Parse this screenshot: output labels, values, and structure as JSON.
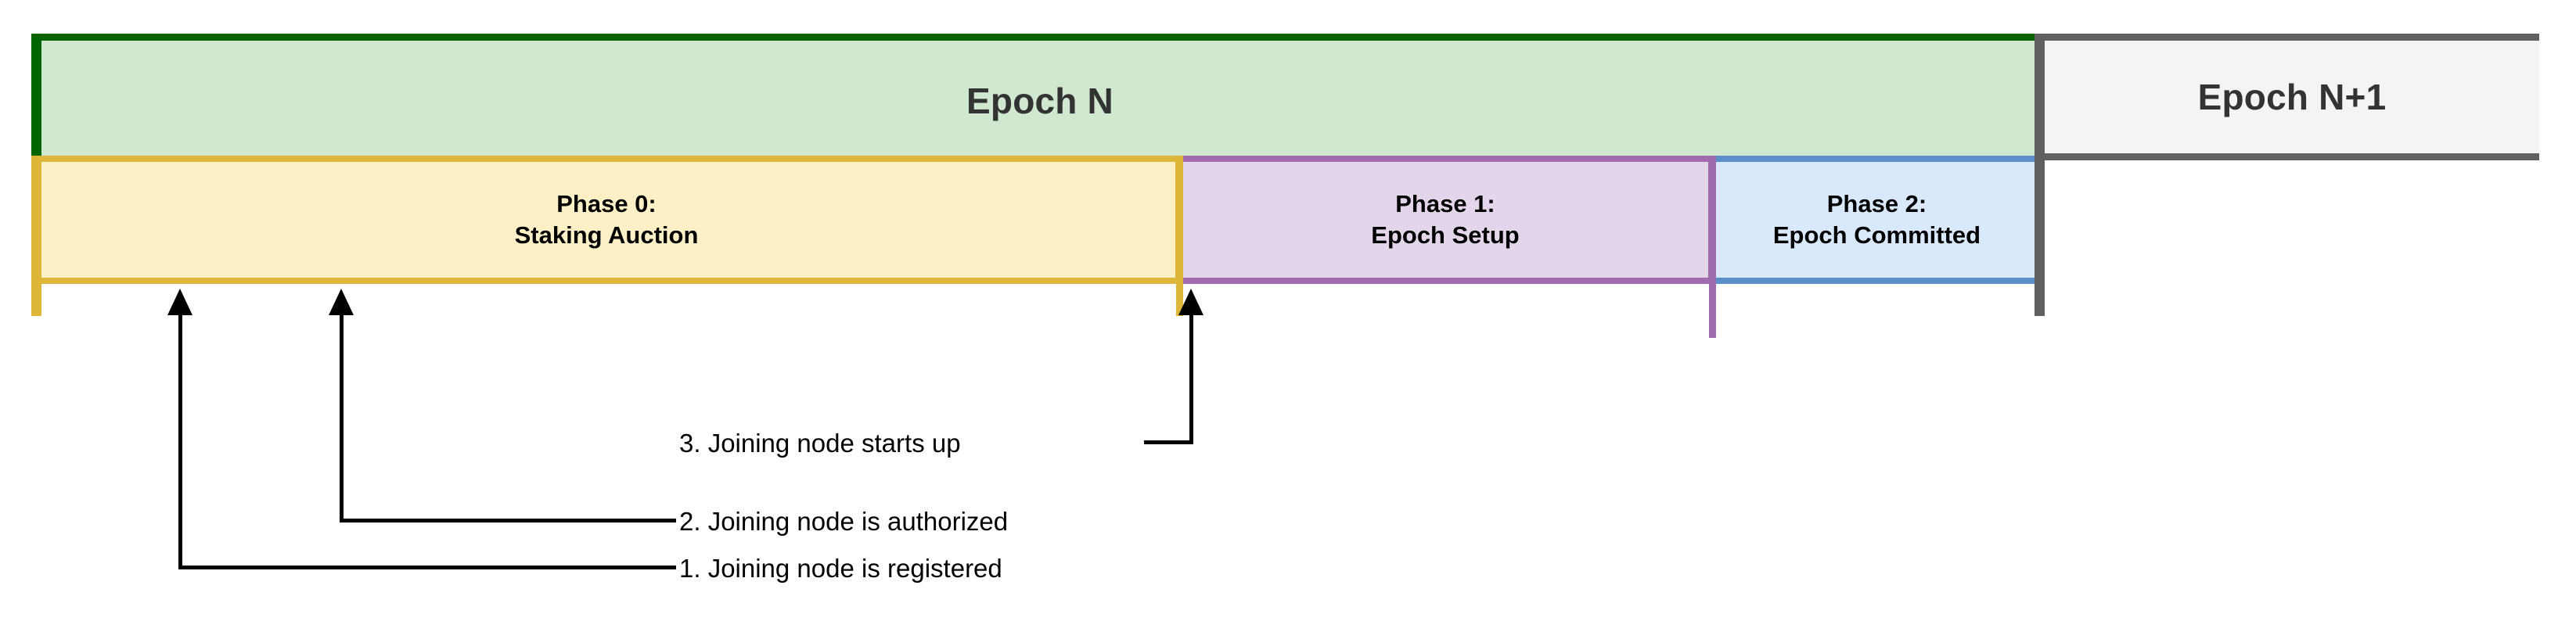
{
  "diagram": {
    "title_row": {
      "epoch_n": "Epoch N",
      "epoch_n_plus_1": "Epoch N+1"
    },
    "phases": [
      {
        "id": "phase-0",
        "line1": "Phase 0:",
        "line2": "Staking Auction",
        "fill": "#fdf0c6",
        "stroke": "#ddb63a"
      },
      {
        "id": "phase-1",
        "line1": "Phase 1:",
        "line2": "Epoch Setup",
        "fill": "#e4d6ea",
        "stroke": "#a16bb0"
      },
      {
        "id": "phase-2",
        "line1": "Phase 2:",
        "line2": "Epoch Committed",
        "fill": "#d9e8fb",
        "stroke": "#5b8fc9"
      }
    ],
    "annotations": [
      {
        "number": "3.",
        "text": "3. Joining node starts up"
      },
      {
        "number": "2.",
        "text": "2. Joining node is authorized"
      },
      {
        "number": "1.",
        "text": "1. Joining node is registered"
      }
    ],
    "colors": {
      "epoch_n_fill": "#d0e8d0",
      "epoch_n_stroke": "#006400",
      "epoch_n1_fill": "#f4f4f4",
      "epoch_n1_stroke": "#606060",
      "leader_line": "#000000"
    }
  }
}
